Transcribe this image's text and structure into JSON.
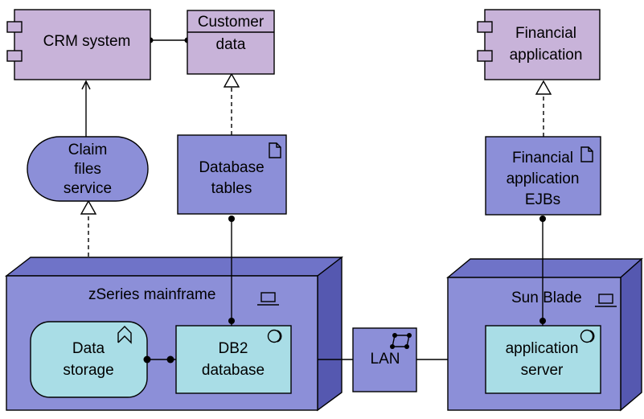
{
  "colors": {
    "application": "#c8b3d9",
    "technology_front": "#8c8fd8",
    "technology_top": "#6f73c8",
    "technology_side": "#5558b0",
    "artifact": "#8c8fd8",
    "system_software": "#a9dde6",
    "line": "#000000"
  },
  "application_layer": {
    "crm_system": "CRM system",
    "customer_data": [
      "Customer",
      "data"
    ],
    "financial_application": [
      "Financial",
      "application"
    ]
  },
  "services": {
    "claim_files_service": [
      "Claim",
      "files",
      "service"
    ]
  },
  "artifacts": {
    "database_tables": [
      "Database",
      "tables"
    ],
    "financial_application_ejbs": [
      "Financial",
      "application",
      "EJBs"
    ]
  },
  "nodes": {
    "zseries": "zSeries mainframe",
    "sun_blade": "Sun Blade",
    "lan": "LAN"
  },
  "system_software": {
    "data_storage": [
      "Data",
      "storage"
    ],
    "db2_database": [
      "DB2",
      "database"
    ],
    "application_server": [
      "application",
      "server"
    ]
  },
  "icons": [
    "component-icon",
    "document-icon",
    "device-icon",
    "network-icon",
    "system-software-icon",
    "data-storage-icon"
  ]
}
